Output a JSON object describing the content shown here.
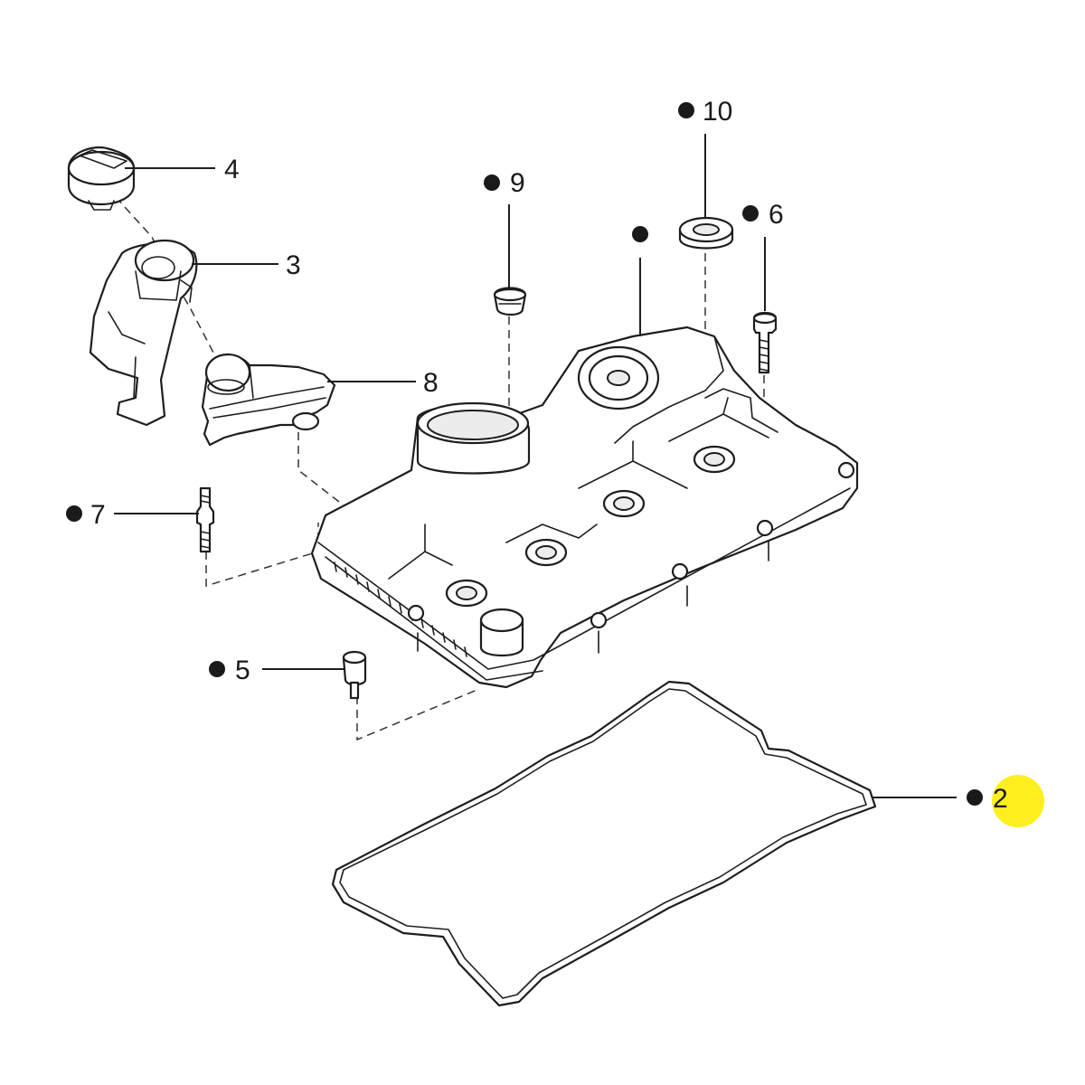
{
  "diagram": {
    "callouts": [
      {
        "key": "c2",
        "number": "2",
        "bullet": true,
        "highlighted": true
      },
      {
        "key": "c3",
        "number": "3",
        "bullet": false,
        "highlighted": false
      },
      {
        "key": "c4",
        "number": "4",
        "bullet": false,
        "highlighted": false
      },
      {
        "key": "c5",
        "number": "5",
        "bullet": true,
        "highlighted": false
      },
      {
        "key": "c6",
        "number": "6",
        "bullet": true,
        "highlighted": false
      },
      {
        "key": "c7",
        "number": "7",
        "bullet": true,
        "highlighted": false
      },
      {
        "key": "c8",
        "number": "8",
        "bullet": false,
        "highlighted": false
      },
      {
        "key": "c9",
        "number": "9",
        "bullet": true,
        "highlighted": false
      },
      {
        "key": "c10",
        "number": "10",
        "bullet": true,
        "highlighted": false
      },
      {
        "key": "c1",
        "number": "",
        "bullet": true,
        "highlighted": false
      }
    ],
    "colors": {
      "highlight": "#ffef1e",
      "line": "#1e1e1e",
      "background": "#ffffff"
    }
  }
}
